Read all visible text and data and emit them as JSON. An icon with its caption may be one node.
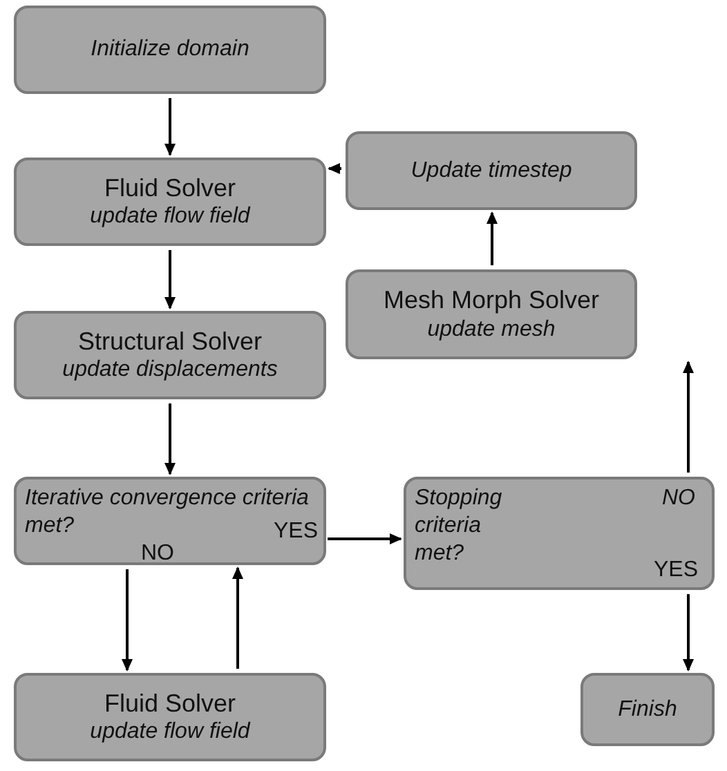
{
  "diagram": {
    "nodes": [
      {
        "text": [
          "Initialize domain"
        ]
      },
      {
        "text": [
          "Fluid Solver",
          "update flow field"
        ]
      },
      {
        "text": [
          "Structural Solver",
          "update displacements"
        ]
      },
      {
        "text": [
          "Iterative convergence criteria met?",
          "YES",
          "NO"
        ]
      },
      {
        "text": [
          "Fluid Solver",
          "update flow field"
        ]
      },
      {
        "text": [
          "Update timestep"
        ]
      },
      {
        "text": [
          "Mesh Morph Solver",
          "update mesh"
        ]
      },
      {
        "text": [
          "Stopping criteria met?",
          "NO",
          "YES"
        ]
      },
      {
        "text": [
          "Finish"
        ]
      }
    ],
    "edges": [
      {
        "from": 0,
        "to": 1,
        "arrow": "to"
      },
      {
        "from": 1,
        "to": 2,
        "arrow": "to"
      },
      {
        "from": 2,
        "to": 3,
        "arrow": "to"
      },
      {
        "from": 3,
        "to": 4,
        "arrow": "to"
      },
      {
        "from": 4,
        "to": 3,
        "arrow": "to"
      },
      {
        "from": 3,
        "to": 7,
        "arrow": "to"
      },
      {
        "from": 7,
        "to": 6,
        "arrow": "to"
      },
      {
        "from": 6,
        "to": 5,
        "arrow": "to"
      },
      {
        "from": 5,
        "to": 1,
        "arrow": "to"
      },
      {
        "from": 7,
        "to": 8,
        "arrow": "to"
      }
    ]
  }
}
